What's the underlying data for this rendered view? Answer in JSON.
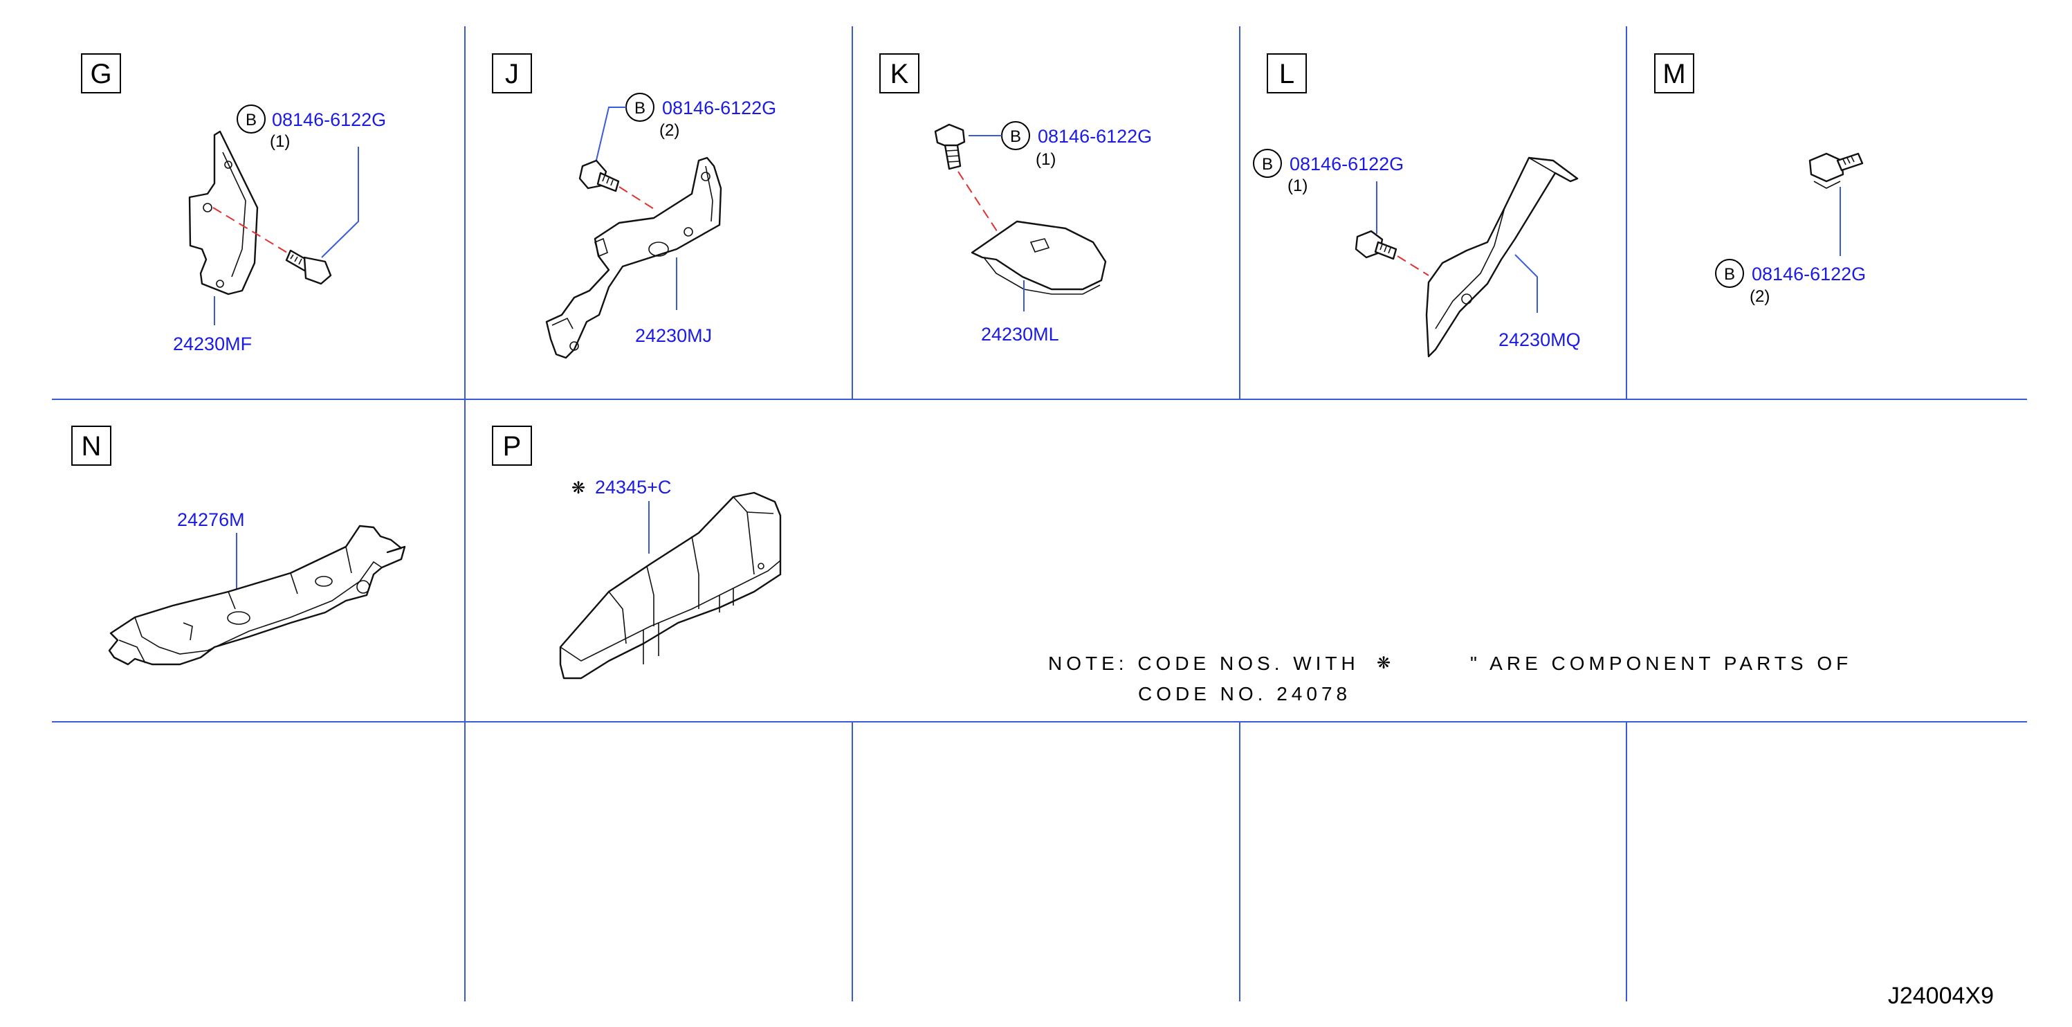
{
  "panels": {
    "G": {
      "letter": "G",
      "bolt_circle": "B",
      "bolt_code": "08146-6122G",
      "bolt_qty": "(1)",
      "part": "24230MF"
    },
    "J": {
      "letter": "J",
      "bolt_circle": "B",
      "bolt_code": "08146-6122G",
      "bolt_qty": "(2)",
      "part": "24230MJ"
    },
    "K": {
      "letter": "K",
      "bolt_circle": "B",
      "bolt_code": "08146-6122G",
      "bolt_qty": "(1)",
      "part": "24230ML"
    },
    "L": {
      "letter": "L",
      "bolt_circle": "B",
      "bolt_code": "08146-6122G",
      "bolt_qty": "(1)",
      "part": "24230MQ"
    },
    "M": {
      "letter": "M",
      "bolt_circle": "B",
      "bolt_code": "08146-6122G",
      "bolt_qty": "(2)"
    },
    "N": {
      "letter": "N",
      "part": "24276M"
    },
    "P": {
      "letter": "P",
      "symbol": "❋",
      "part": "24345+C"
    }
  },
  "note": {
    "line1_a": "NOTE: CODE NOS. WITH",
    "symbol": "❋",
    "line1_b": "\" ARE COMPONENT PARTS OF",
    "line2": "CODE NO. 24078"
  },
  "diagram_id": "J24004X9",
  "colors": {
    "label": "#1a1ae6",
    "grid": "#3a5bd9",
    "dash": "#e23030",
    "line": "#111111"
  }
}
